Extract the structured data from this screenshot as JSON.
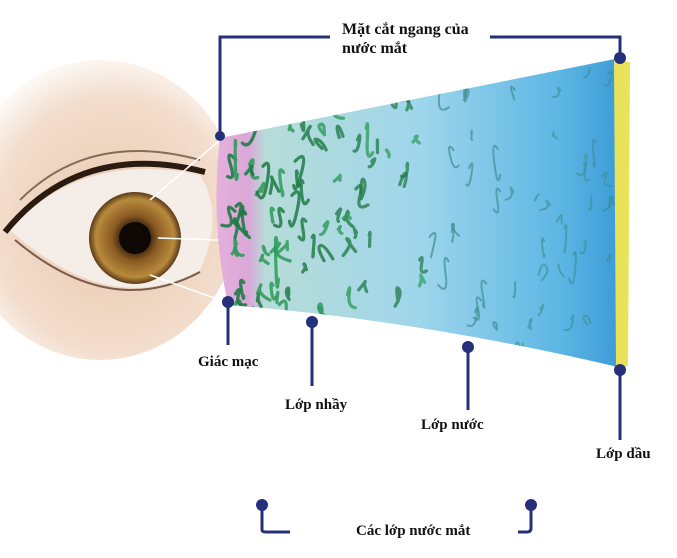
{
  "title": "Mặt cắt ngang của nước mắt",
  "title_line1": "Mặt cắt ngang của",
  "title_line2": "nước mắt",
  "labels": {
    "cornea": "Giác mạc",
    "mucus": "Lớp nhầy",
    "water": "Lớp nước",
    "oil": "Lớp dầu",
    "footer": "Các lớp nước mắt"
  },
  "colors": {
    "line": "#25307a",
    "mucus_green": "#2e8b57",
    "water_blue": "#5fb8e0",
    "cornea_pink": "#e2a6d8",
    "oil_yellow": "#e9e35a"
  }
}
